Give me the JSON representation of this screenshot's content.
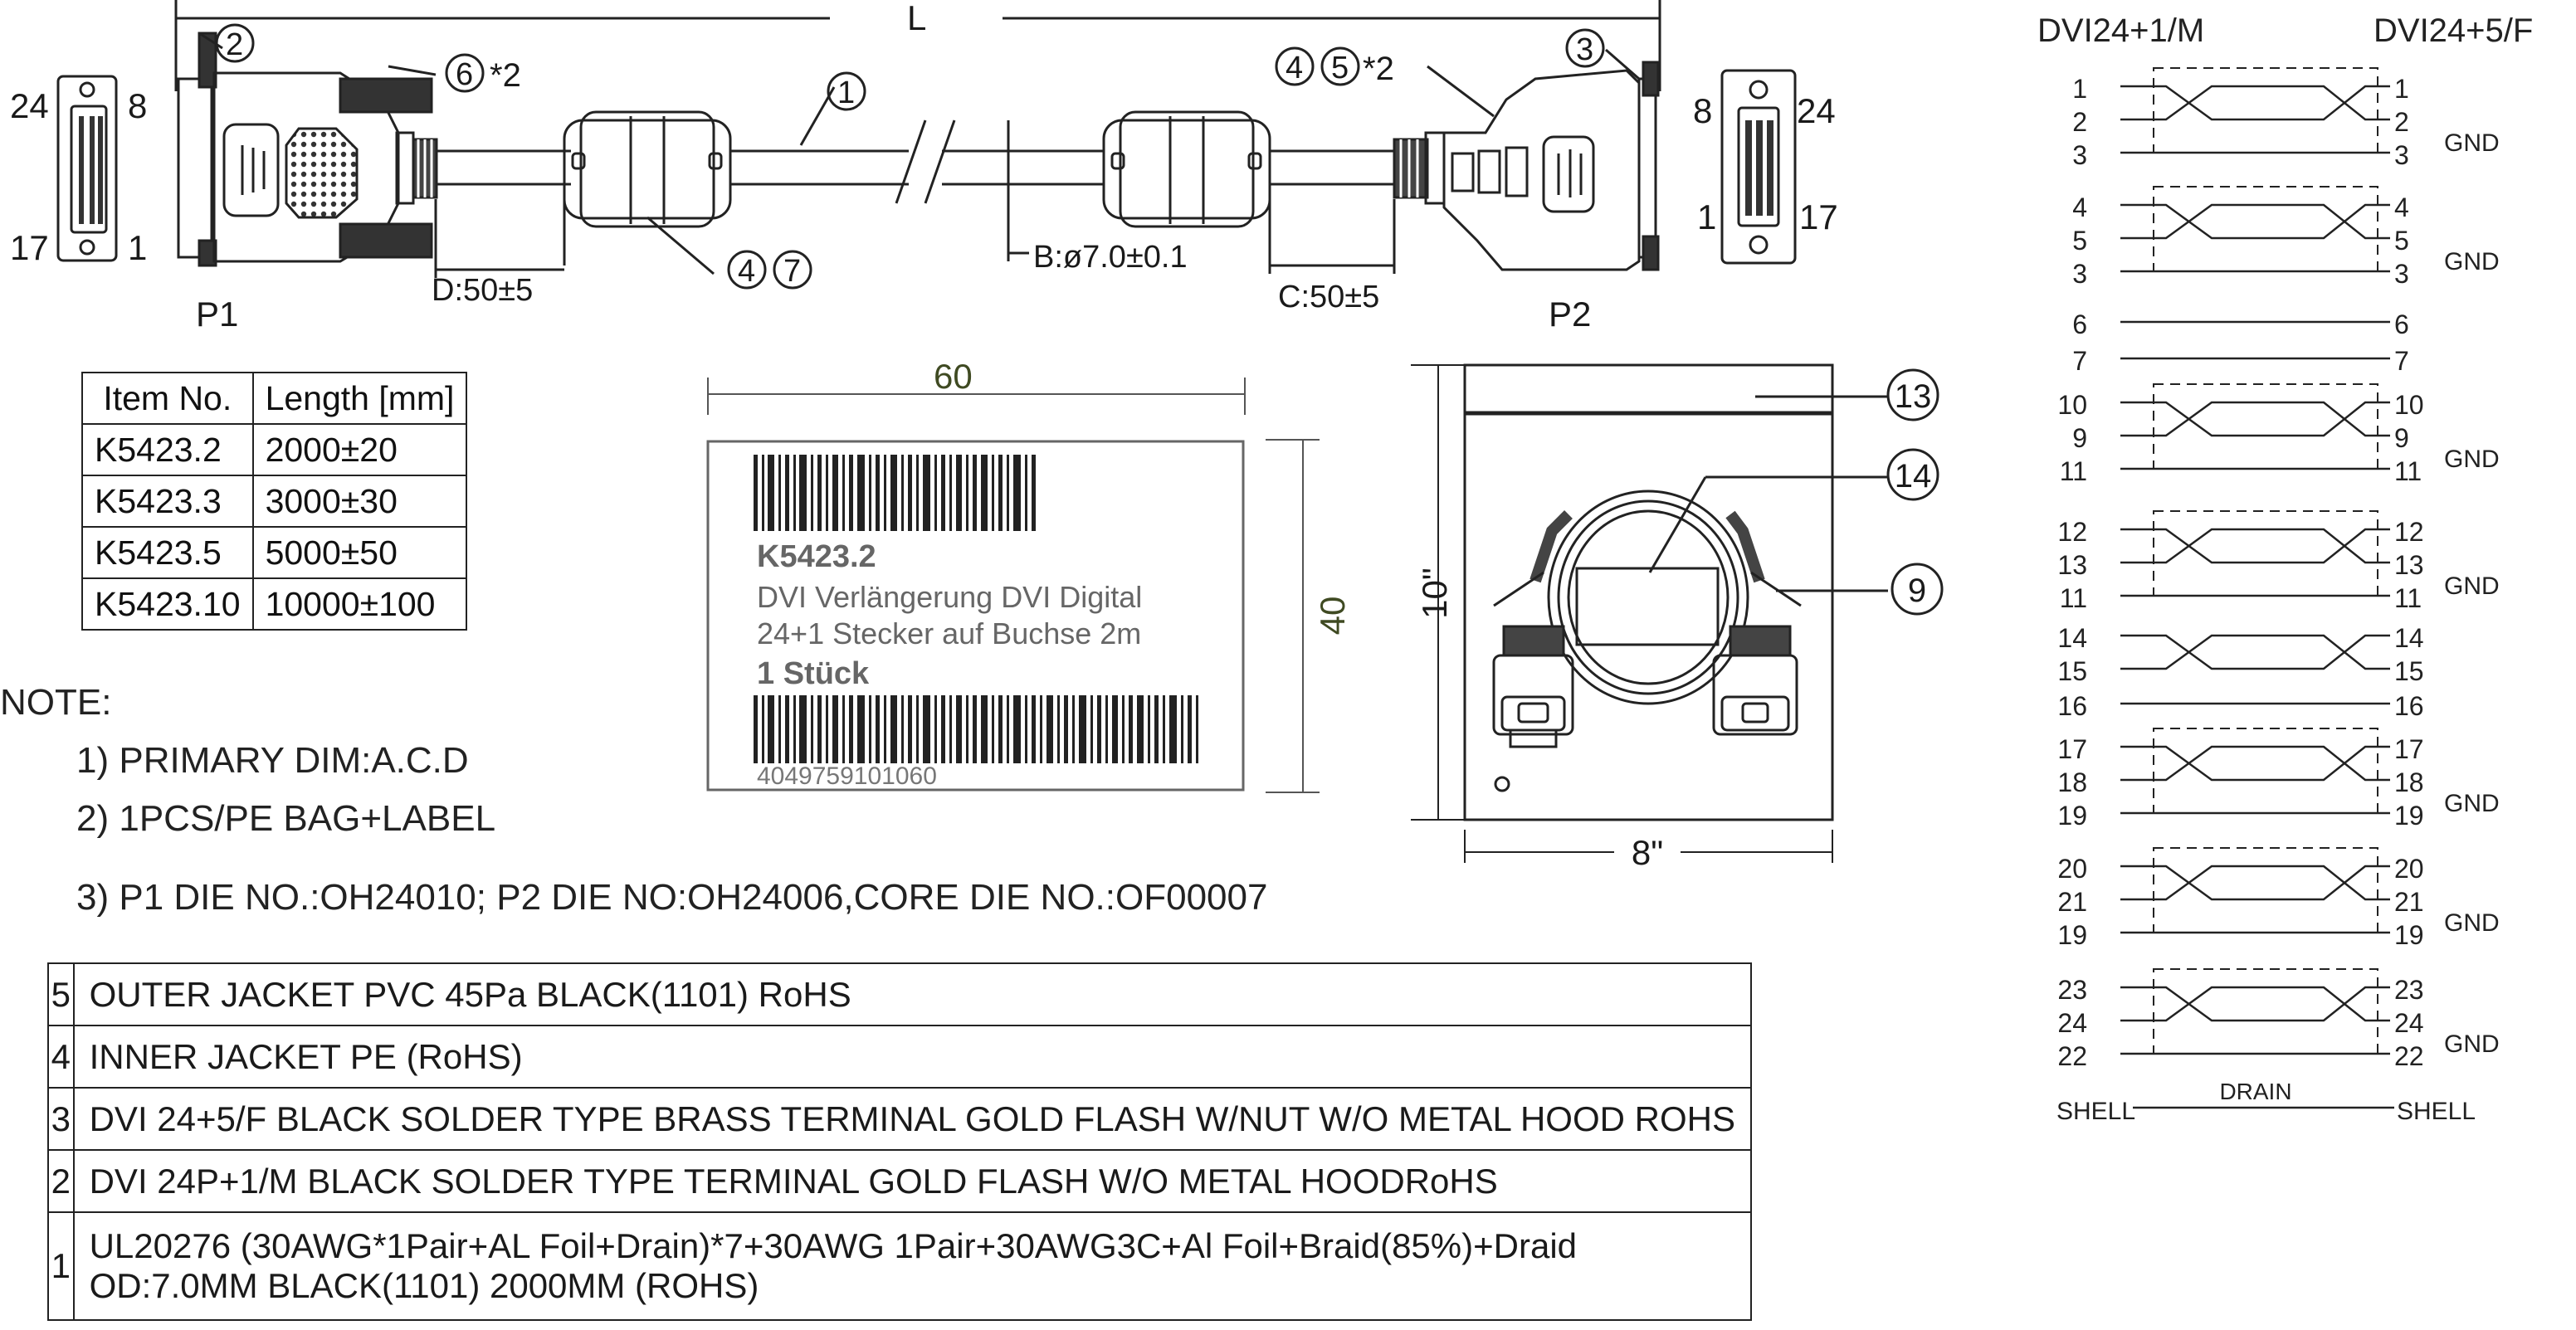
{
  "cable_drawing": {
    "length_label": "L",
    "p1_label": "P1",
    "p2_label": "P2",
    "callouts": {
      "c1": "1",
      "c2": "2",
      "c3": "3",
      "c45_a": "4",
      "c45_b": "5",
      "c45_suffix": "*2",
      "c6": "6",
      "c6_suffix": "*2",
      "c47_a": "4",
      "c47_b": "7"
    },
    "dim_d": "D:50±5",
    "dim_b": "B:ø7.0±0.1",
    "dim_c": "C:50±5",
    "p1_face_pins": {
      "top_left": "24",
      "top_right": "8",
      "bottom_left": "17",
      "bottom_right": "1"
    },
    "p2_face_pins": {
      "top_left": "8",
      "top_right": "24",
      "bottom_left": "1",
      "bottom_right": "17"
    }
  },
  "length_table": {
    "headers": [
      "Item No.",
      "Length [mm]"
    ],
    "rows": [
      [
        "K5423.2",
        "2000±20"
      ],
      [
        "K5423.3",
        "3000±30"
      ],
      [
        "K5423.5",
        "5000±50"
      ],
      [
        "K5423.10",
        "10000±100"
      ]
    ]
  },
  "label": {
    "width_dim": "60",
    "height_dim": "40",
    "article": "K5423.2",
    "line1": "DVI Verlängerung DVI Digital",
    "line2": "24+1 Stecker auf Buchse 2m",
    "quantity": "1 Stück",
    "ean": "4049759101060"
  },
  "packaging": {
    "height_dim": "10\"",
    "width_dim": "8\"",
    "callout_bag": "13",
    "callout_label": "14",
    "callout_tie": "9"
  },
  "notes": {
    "title": "NOTE:",
    "items": [
      "1) PRIMARY DIM:A.C.D",
      "2) 1PCS/PE BAG+LABEL",
      "3) P1 DIE NO.:OH24010; P2 DIE NO:OH24006,CORE DIE NO.:OF00007"
    ]
  },
  "bom": [
    {
      "no": "5",
      "desc": [
        "OUTER JACKET PVC 45Pa BLACK(1101) RoHS"
      ]
    },
    {
      "no": "4",
      "desc": [
        "INNER JACKET PE (RoHS)"
      ]
    },
    {
      "no": "3",
      "desc": [
        "DVI 24+5/F BLACK SOLDER TYPE BRASS TERMINAL GOLD FLASH W/NUT W/O METAL HOOD ROHS"
      ]
    },
    {
      "no": "2",
      "desc": [
        "DVI 24P+1/M BLACK SOLDER TYPE TERMINAL GOLD FLASH W/O METAL HOODRoHS"
      ]
    },
    {
      "no": "1",
      "desc": [
        "UL20276 (30AWG*1Pair+AL Foil+Drain)*7+30AWG 1Pair+30AWG3C+Al Foil+Braid(85%)+Draid",
        "OD:7.0MM BLACK(1101) 2000MM (ROHS)"
      ]
    }
  ],
  "wiring": {
    "left_title": "DVI24+1/M",
    "right_title": "DVI24+5/F",
    "gnd_label": "GND",
    "drain_label": "DRAIN",
    "shell_left": "SHELL",
    "shell_right": "SHELL",
    "groups": [
      {
        "type": "pair",
        "pins": [
          "1",
          "2",
          "3"
        ],
        "gnd": true
      },
      {
        "type": "pair",
        "pins": [
          "4",
          "5",
          "3"
        ],
        "gnd": true
      },
      {
        "type": "single",
        "pins": [
          "6"
        ]
      },
      {
        "type": "single",
        "pins": [
          "7"
        ]
      },
      {
        "type": "pair",
        "pins": [
          "10",
          "9",
          "11"
        ],
        "gnd": true
      },
      {
        "type": "pair",
        "pins": [
          "12",
          "13",
          "11"
        ],
        "gnd": true
      },
      {
        "type": "twist",
        "pins": [
          "14",
          "15"
        ]
      },
      {
        "type": "single",
        "pins": [
          "16"
        ]
      },
      {
        "type": "pair",
        "pins": [
          "17",
          "18",
          "19"
        ],
        "gnd": true
      },
      {
        "type": "pair",
        "pins": [
          "20",
          "21",
          "19"
        ],
        "gnd": true
      },
      {
        "type": "pair",
        "pins": [
          "23",
          "24",
          "22"
        ],
        "gnd": true
      }
    ]
  }
}
